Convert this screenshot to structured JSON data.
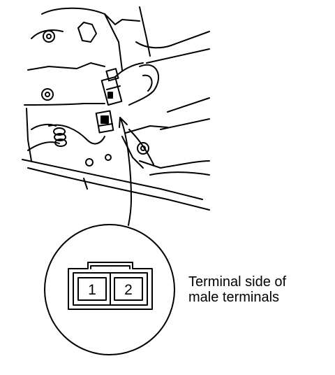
{
  "caption": {
    "line1": "Terminal side of",
    "line2": "male terminals"
  },
  "connector": {
    "pin_left": "1",
    "pin_right": "2"
  },
  "colors": {
    "ink": "#000000",
    "paper": "#ffffff"
  }
}
